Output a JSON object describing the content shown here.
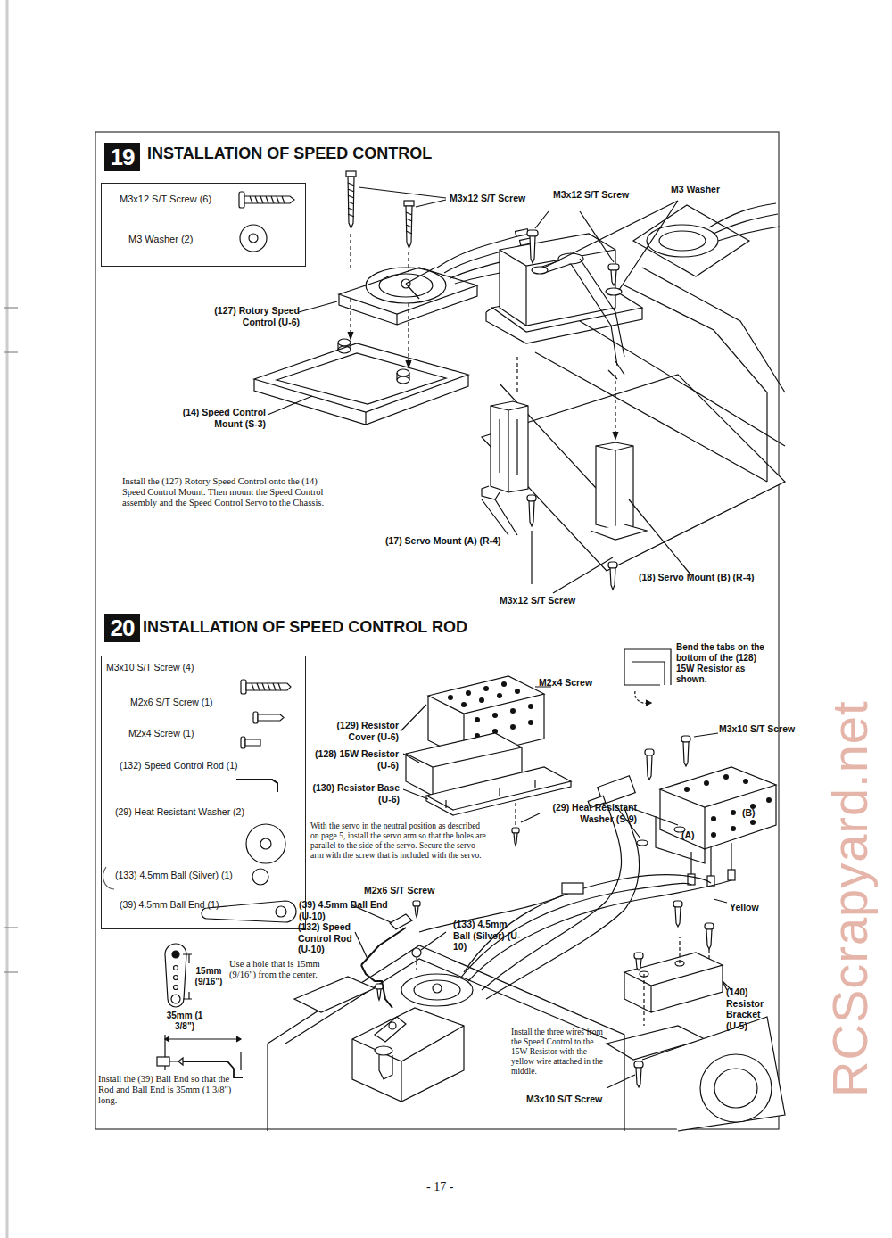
{
  "diagram": {
    "nodes": [
      {
        "text": [
          "M3x12 S/T Screw (6)",
          "M3 Washer (2)"
        ]
      },
      {
        "text": [
          "M3x10 S/T Screw (4)",
          "M2x6 S/T Screw (1)",
          "M2x4 Screw (1)",
          "(132) Speed Control Rod (1)",
          "(29) Heat Resistant Washer (2)",
          "(133) 4.5mm Ball (Silver) (1)",
          "(39) 4.5mm Ball End (1)"
        ]
      }
    ],
    "labels": [
      "19",
      "INSTALLATION OF SPEED CONTROL",
      "M3x12 S/T Screw",
      "M3x12 S/T Screw",
      "M3 Washer",
      "(127) Rotory Speed Control (U-6)",
      "(14) Speed Control Mount (S-3)",
      "Install the (127) Rotory Speed Control onto the (14) Speed Control Mount. Then mount the Speed Control assembly and the Speed Control Servo to the Chassis.",
      "(17) Servo Mount (A) (R-4)",
      "(18) Servo Mount (B) (R-4)",
      "M3x12 S/T Screw",
      "20",
      "INSTALLATION OF SPEED CONTROL ROD",
      "Bend the tabs on the bottom of the (128) 15W Resistor as shown.",
      "M2x4 Screw",
      "M3x10 S/T Screw",
      "(129) Resistor Cover (U-6)",
      "(128) 15W Resistor (U-6)",
      "(130) Resistor Base (U-6)",
      "(29) Heat Resistant Washer (S-9)",
      "(A)",
      "(B)",
      "Yellow",
      "With the servo in the neutral position as described on page 5, install the servo arm so that the holes are parallel to the side of the servo. Secure the servo arm with the screw that is included with the servo.",
      "M2x6 S/T Screw",
      "(39) 4.5mm Ball End (U-10)",
      "(132) Speed Control Rod (U-10)",
      "(133) 4.5mm Ball (Silver) (U-10)",
      "15mm (9/16\")",
      "Use a hole that is 15mm (9/16\") from the center.",
      "35mm (1 3/8\")",
      "Install the (39) Ball End so that the Rod and Ball End is 35mm (1 3/8\") long.",
      "Install the three wires from the Speed Control to the 15W Resistor with the yellow wire attached in the middle.",
      "M3x10 S/T Screw",
      "(140) Resistor Bracket (U-5)",
      "- 17 -",
      "RCScrapyard.net"
    ]
  }
}
